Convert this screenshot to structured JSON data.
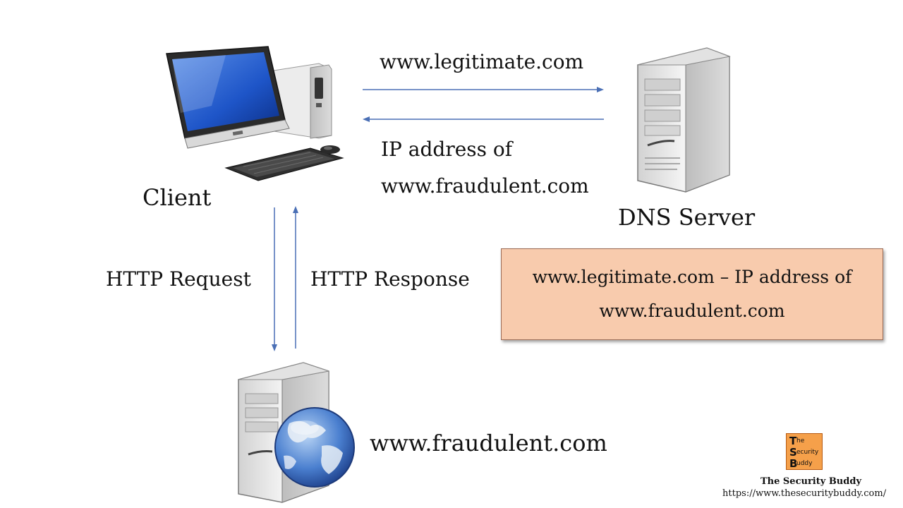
{
  "labels": {
    "client": "Client",
    "dns_server": "DNS Server",
    "query": "www.legitimate.com",
    "response_line1": "IP address of",
    "response_line2": "www.fraudulent.com",
    "http_request": "HTTP Request",
    "http_response": "HTTP Response",
    "web_server": "www.fraudulent.com"
  },
  "callout": {
    "line1": "www.legitimate.com – IP address of",
    "line2": "www.fraudulent.com"
  },
  "branding": {
    "logo_letters": [
      "T",
      "S",
      "B"
    ],
    "logo_suffixes": [
      "he",
      "ecurity",
      "uddy"
    ],
    "name": "The Security Buddy",
    "url": "https://www.thesecuritybuddy.com/"
  },
  "colors": {
    "arrow": "#4a6fb5",
    "callout_fill": "#f8cbad",
    "logo_fill": "#f5a04a"
  },
  "icons": [
    "desktop-computer-icon",
    "dns-server-icon",
    "web-server-globe-icon",
    "security-buddy-logo-icon"
  ]
}
